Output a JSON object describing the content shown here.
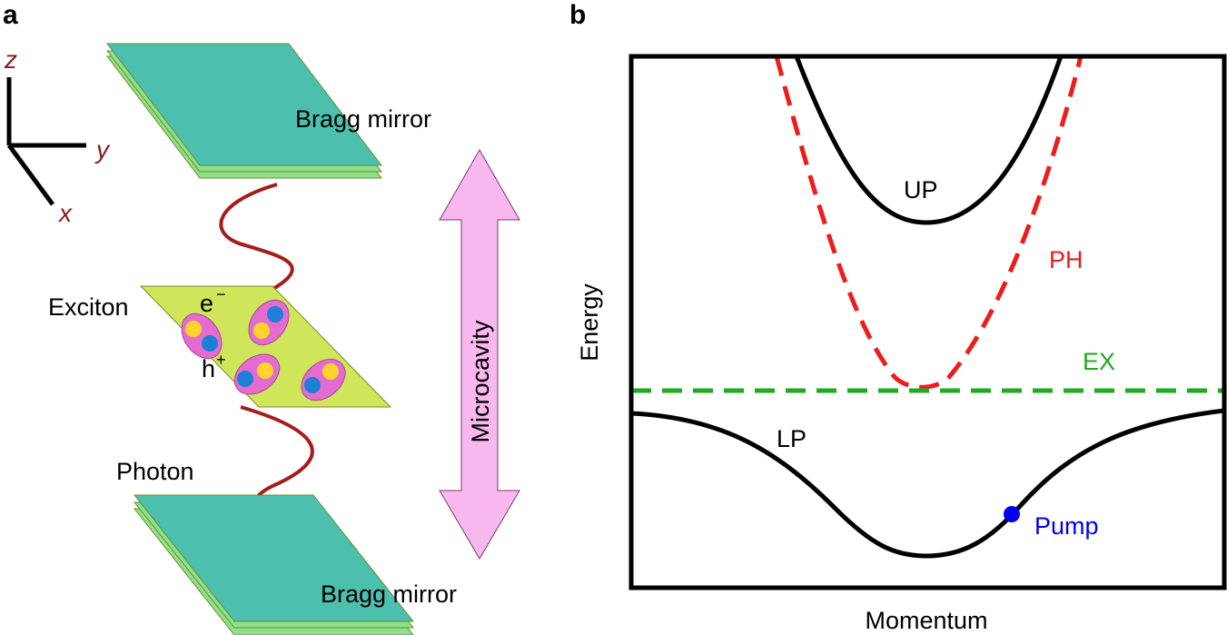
{
  "panel_a": {
    "letter": "a",
    "axes": {
      "z": "z",
      "y": "y",
      "x": "x"
    },
    "labels": {
      "top_mirror": "Bragg mirror",
      "bottom_mirror": "Bragg mirror",
      "exciton": "Exciton",
      "electron": "e",
      "electron_sup": "−",
      "hole": "h",
      "hole_sup": "+",
      "photon": "Photon",
      "microcavity": "Microcavity"
    }
  },
  "panel_b": {
    "letter": "b",
    "xlabel": "Momentum",
    "ylabel": "Energy",
    "curve_labels": {
      "up": "UP",
      "ph": "PH",
      "ex": "EX",
      "lp": "LP",
      "pump": "Pump"
    }
  },
  "colors": {
    "mirror_top": "#4dbfae",
    "mirror_layer": "#8fe08a",
    "exciton_plane": "#cfe65a",
    "exciton_ring": "#e46bd0",
    "electron": "#ffd32a",
    "hole": "#1e7fd6",
    "wave": "#a31d1d",
    "arrow": "#f9b7f0",
    "axis": "#8b1a1a",
    "ph": "#ee1c1c",
    "ex": "#1faa1f",
    "pump": "#0000ee",
    "curve": "#000000"
  },
  "chart_data": {
    "type": "line",
    "xlabel": "Momentum",
    "ylabel": "Energy",
    "series": [
      {
        "name": "UP",
        "style": "solid",
        "color": "#000000"
      },
      {
        "name": "PH",
        "style": "dashed",
        "color": "#ee1c1c"
      },
      {
        "name": "EX",
        "style": "dashed",
        "color": "#1faa1f"
      },
      {
        "name": "LP",
        "style": "solid",
        "color": "#000000"
      }
    ],
    "annotations": [
      {
        "text": "Pump",
        "on": "LP",
        "color": "#0000ee"
      }
    ]
  }
}
